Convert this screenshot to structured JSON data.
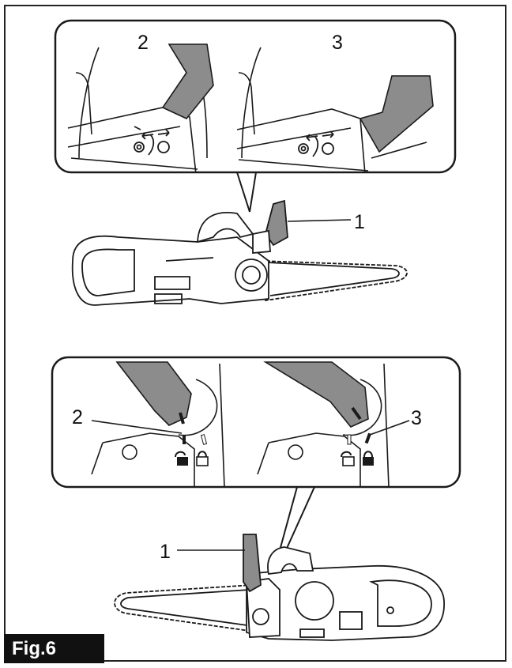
{
  "figure": {
    "label": "Fig.6",
    "top_callouts": {
      "left_number": "2",
      "right_number": "3",
      "lever_callout": "1"
    },
    "bottom_callouts": {
      "left_number": "2",
      "right_number": "3",
      "lever_callout": "1"
    }
  },
  "colors": {
    "lever_fill": "#8c8c8c",
    "outline": "#1a1a1a",
    "label_bg": "#111111",
    "label_text": "#ffffff"
  },
  "icons": [
    "unlock-icon",
    "lock-icon",
    "direction-arrows-icon"
  ]
}
